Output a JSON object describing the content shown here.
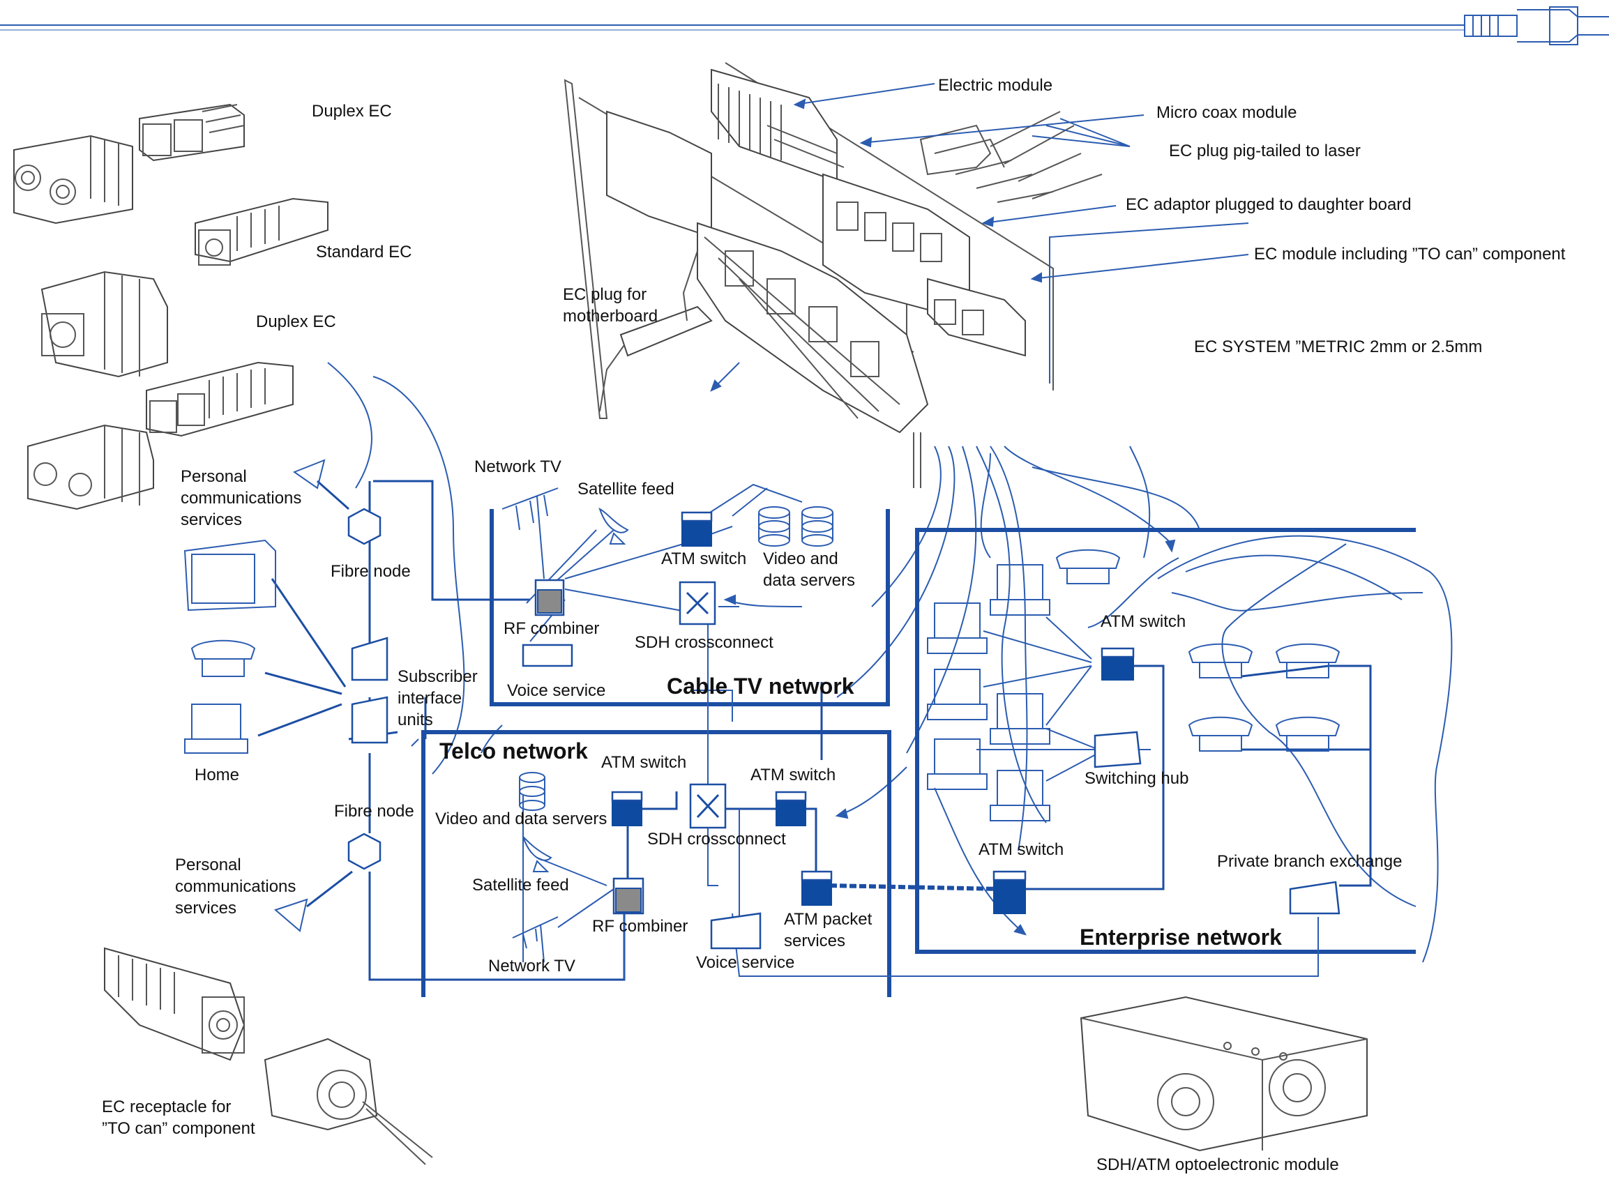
{
  "colors": {
    "accent": "#1c4ea3",
    "dark_box": "#0d4aa0",
    "gray_box": "#8a8a8a",
    "text": "#111111"
  },
  "labels": {
    "duplex_ec_1": "Duplex EC",
    "standard_ec": "Standard EC",
    "duplex_ec_2": "Duplex EC",
    "electric_module": "Electric module",
    "micro_coax_module": "Micro coax module",
    "ec_plug_pigtailed": "EC plug pig-tailed to laser",
    "ec_adaptor": "EC adaptor plugged to daughter board",
    "ec_module_to_can": "EC module including ”TO can” component",
    "ec_system": "EC SYSTEM ”METRIC 2mm or 2.5mm",
    "ec_plug_motherboard": "EC plug for\nmotherboard",
    "pcs_top": "Personal\ncommunications\nservices",
    "fibre_node_top": "Fibre node",
    "subscriber_units": "Subscriber\ninterface\nunits",
    "home": "Home",
    "fibre_node_bottom": "Fibre node",
    "pcs_bottom": "Personal\ncommunications\nservices",
    "ec_receptacle": "EC receptacle for\n”TO can” component",
    "sdh_atm_module": "SDH/ATM optoelectronic module"
  },
  "cable_tv": {
    "title": "Cable TV network",
    "network_tv": "Network TV",
    "satellite_feed": "Satellite feed",
    "atm_switch": "ATM switch",
    "video_servers": "Video and\ndata servers",
    "rf_combiner": "RF combiner",
    "sdh_crossconnect": "SDH crossconnect",
    "voice_service": "Voice service"
  },
  "telco": {
    "title": "Telco network",
    "atm_switch_1": "ATM switch",
    "atm_switch_2": "ATM switch",
    "video_servers": "Video and data servers",
    "sdh_crossconnect": "SDH crossconnect",
    "satellite_feed": "Satellite feed",
    "rf_combiner": "RF combiner",
    "network_tv": "Network TV",
    "atm_packet": "ATM packet\nservices",
    "voice_service": "Voice service"
  },
  "enterprise": {
    "title": "Enterprise network",
    "atm_switch_top": "ATM switch",
    "switching_hub": "Switching hub",
    "atm_switch_bottom": "ATM switch",
    "pbx": "Private branch exchange"
  }
}
